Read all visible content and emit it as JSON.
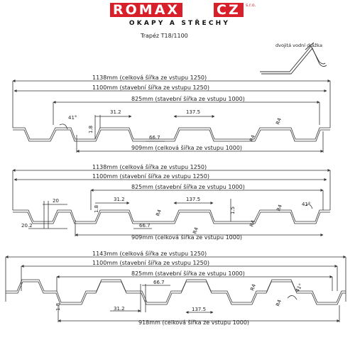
{
  "brand": {
    "name": "ROMAX",
    "suffix": "CZ",
    "sub": "s.r.o.",
    "tagline": "OKAPY A STŘECHY",
    "colors": {
      "red": "#d8202a",
      "line": "#333333"
    }
  },
  "title": "Trapéz T18/1100",
  "detail_label": "dvojitá vodní drážka",
  "profiles": [
    {
      "overall": "1138mm (celková šířka ze vstupu 1250)",
      "build": "1100mm (stavební šířka ze vstupu 1250)",
      "effective": "825mm (stavební šířka ze vstupu 1000)",
      "bottom": "909mm (celková šířka ze vstupu 1000)",
      "labels": {
        "angle": "41°",
        "top": "31.2",
        "top2": "137.5",
        "bot": "66.7",
        "h": "1.8",
        "r1": "R4",
        "r2": "R4"
      }
    },
    {
      "overall": "1138mm (celková šířka ze vstupu 1250)",
      "build": "1100mm (stavební šířka ze vstupu 1250)",
      "effective": "825mm (stavební šířka ze vstupu 1000)",
      "bottom": "909mm (celková šířka ze vstupu 1000)",
      "labels": {
        "w20": "20",
        "w202": "20.2",
        "top": "31.2",
        "top2": "137.5",
        "bot": "66.7",
        "h": "1.8",
        "h15": "1.5",
        "r1": "R4",
        "r2": "R4",
        "r3": "R4",
        "r4": "R4",
        "angle": "41°"
      }
    },
    {
      "overall": "1143mm (celková šířka ze vstupu 1250)",
      "build": "1100mm (stavební šířka ze vstupu 1250)",
      "effective": "825mm (stavební šířka ze vstupu 1000)",
      "bottom": "918mm (celková šířka ze vstupu 1000)",
      "labels": {
        "top": "66.7",
        "bot": "31.2",
        "bot2": "137.5",
        "h": "1.8",
        "r1": "R4",
        "r2": "R4",
        "angle": "41°"
      }
    }
  ]
}
